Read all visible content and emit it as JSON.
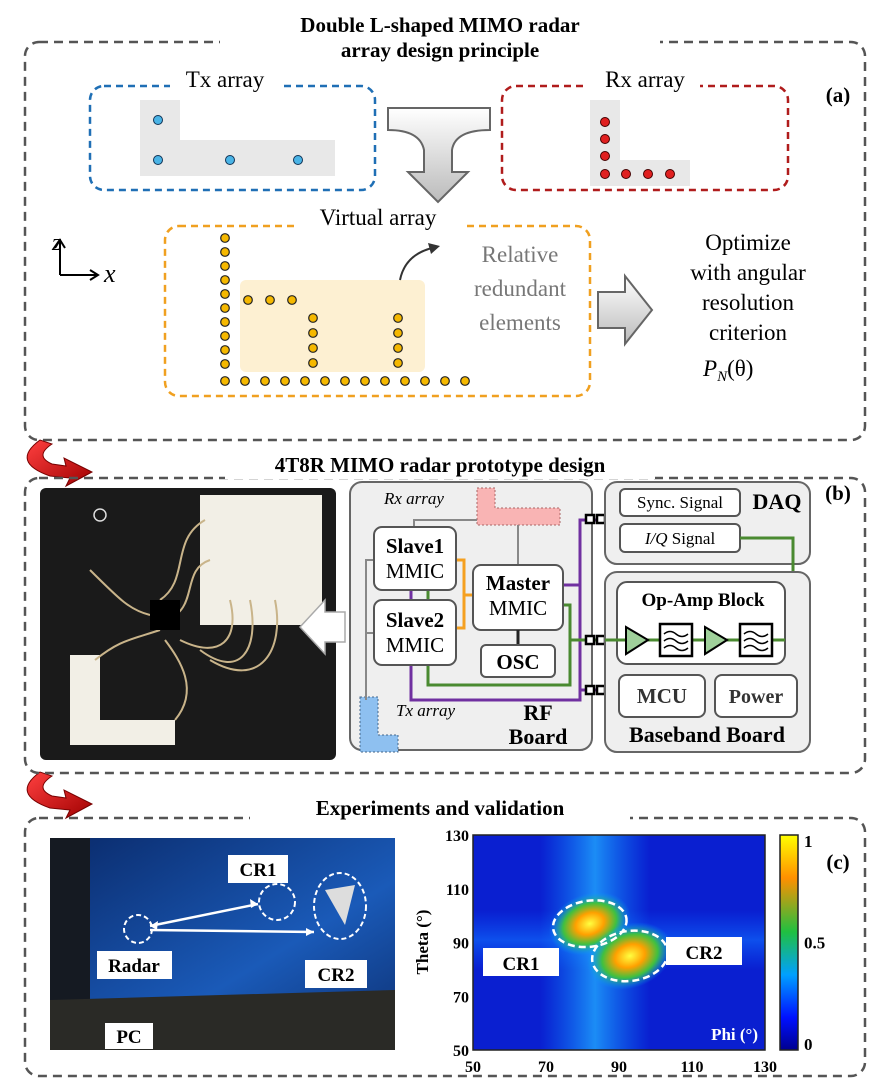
{
  "panel_a": {
    "title_line1": "Double L-shaped MIMO radar",
    "title_line2": "array design principle",
    "tag": "(a)",
    "tx_label": "Tx array",
    "rx_label": "Rx array",
    "virtual_label": "Virtual array",
    "axis_z": "z",
    "axis_x": "x",
    "redundant_text": [
      "Relative",
      "redundant",
      "elements"
    ],
    "optimize_text": [
      "Optimize",
      "with angular",
      "resolution",
      "criterion"
    ],
    "criterion_symbol": "P",
    "criterion_sub": "N",
    "criterion_arg": "(θ)",
    "colors": {
      "tx": "#1f6fb5",
      "rx": "#b01c1c",
      "virtual": "#f0a020",
      "tx_dot": "#4ab4e6",
      "rx_dot": "#e02020",
      "virtual_dot": "#f5b800"
    }
  },
  "panel_b": {
    "title": "4T8R MIMO radar prototype design",
    "tag": "(b)",
    "rx_array": "Rx array",
    "tx_array": "Tx array",
    "slave1": [
      "Slave1",
      "MMIC"
    ],
    "slave2": [
      "Slave2",
      "MMIC"
    ],
    "master": [
      "Master",
      "MMIC"
    ],
    "osc": "OSC",
    "rf_board": [
      "RF",
      "Board"
    ],
    "daq": "DAQ",
    "sync_signal": "Sync. Signal",
    "iq_signal_italic": "I/Q",
    "iq_signal": " Signal",
    "op_amp": "Op-Amp Block",
    "mcu": "MCU",
    "power": "Power",
    "baseband": "Baseband Board",
    "colors": {
      "purple": "#7030a0",
      "green": "#4a8a30",
      "orange": "#f5a020"
    }
  },
  "panel_c": {
    "title": "Experiments and validation",
    "tag": "(c)",
    "photo_labels": {
      "cr1": "CR1",
      "cr2": "CR2",
      "radar": "Radar",
      "pc": "PC"
    },
    "chart_data": {
      "type": "heatmap",
      "xlabel": "Phi (°)",
      "ylabel": "Theta (°)",
      "xlim": [
        50,
        130
      ],
      "ylim": [
        50,
        130
      ],
      "xticks": [
        "50",
        "70",
        "90",
        "110",
        "130"
      ],
      "yticks": [
        "50",
        "70",
        "90",
        "110",
        "130"
      ],
      "colorbar_ticks": [
        "0",
        "0.5",
        "1"
      ],
      "colorbar_range": [
        0,
        1
      ],
      "colormap": "jet",
      "peaks": [
        {
          "label": "CR1",
          "phi": 82,
          "theta": 97,
          "value": 1
        },
        {
          "label": "CR2",
          "phi": 93,
          "theta": 85,
          "value": 0.95
        }
      ]
    }
  }
}
